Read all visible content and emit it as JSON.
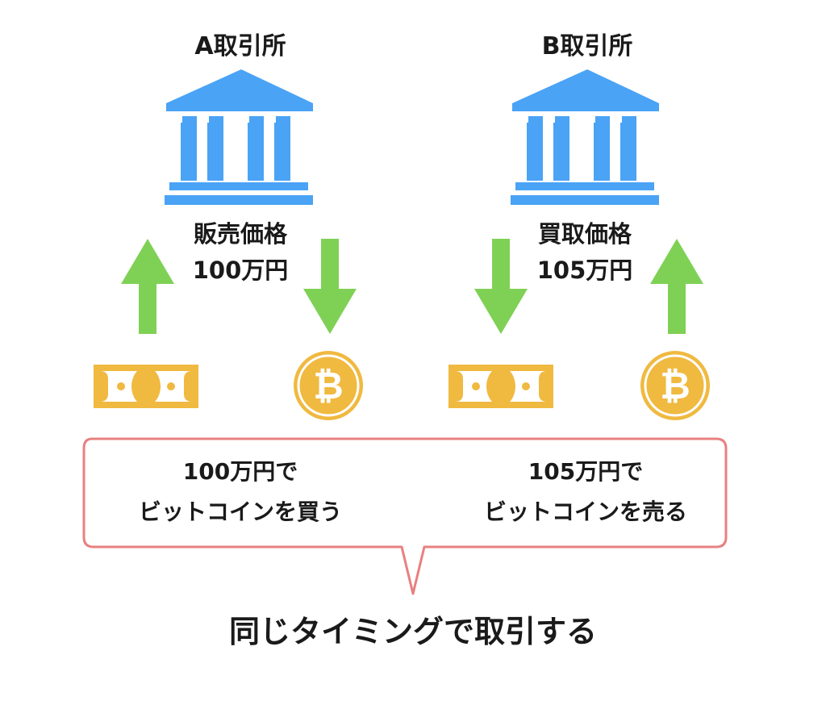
{
  "colors": {
    "bank": "#4aa3f5",
    "arrow": "#7fd155",
    "coin": "#f0b940",
    "bill": "#f0b940",
    "bubble_border": "#e88080",
    "text": "#1a1a1a"
  },
  "exchanges": [
    {
      "title": "A取引所",
      "price_label": "販売価格",
      "price_value": "100万円",
      "icon": "bank-icon"
    },
    {
      "title": "B取引所",
      "price_label": "買取価格",
      "price_value": "105万円",
      "icon": "bank-icon"
    }
  ],
  "actions": [
    {
      "line1": "100万円で",
      "line2": "ビットコインを買う"
    },
    {
      "line1": "105万円で",
      "line2": "ビットコインを売る"
    }
  ],
  "icons": {
    "money": "banknote-icon",
    "coin": "bitcoin-icon",
    "up": "arrow-up-icon",
    "down": "arrow-down-icon"
  },
  "footer": "同じタイミングで取引する"
}
